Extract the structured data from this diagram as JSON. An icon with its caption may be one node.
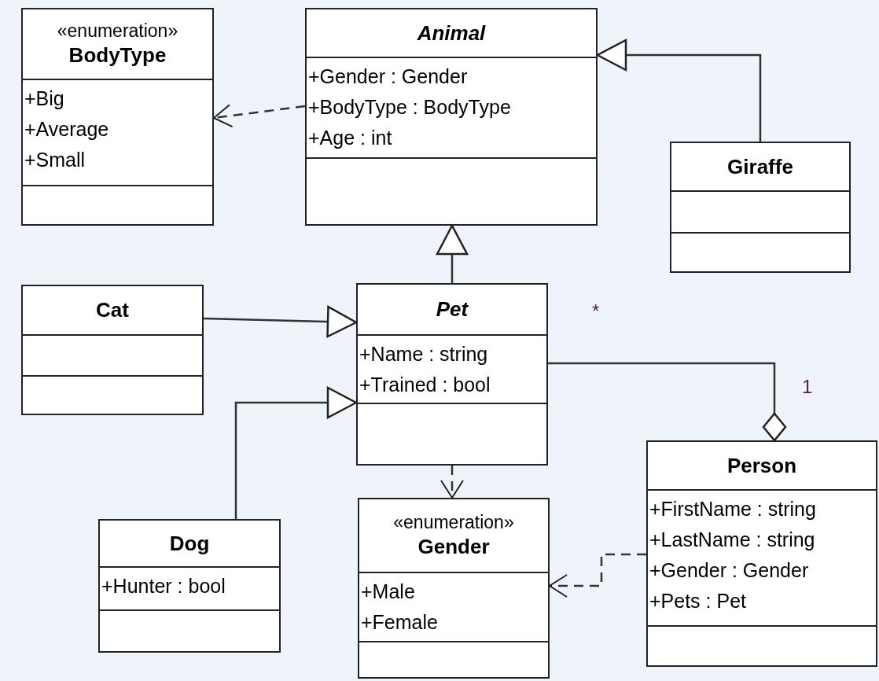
{
  "diagram": {
    "nodes": [
      {
        "text": [
          "«enumeration»",
          "BodyType",
          "+Big",
          "+Average",
          "+Small"
        ]
      },
      {
        "text": [
          "Animal",
          "+Gender : Gender",
          "+BodyType : BodyType",
          "+Age : int"
        ]
      },
      {
        "text": [
          "Giraffe"
        ]
      },
      {
        "text": [
          "Cat"
        ]
      },
      {
        "text": [
          "Pet",
          "+Name : string",
          "+Trained : bool"
        ]
      },
      {
        "text": [
          "Dog",
          "+Hunter : bool"
        ]
      },
      {
        "text": [
          "«enumeration»",
          "Gender",
          "+Male",
          "+Female"
        ]
      },
      {
        "text": [
          "Person",
          "+FirstName : string",
          "+LastName : string",
          "+Gender : Gender",
          "+Pets : Pet"
        ]
      }
    ],
    "edges": [
      {
        "from": 1,
        "to": 0,
        "arrow": "to",
        "style": "dashed"
      },
      {
        "from": 2,
        "to": 1,
        "arrow": "to"
      },
      {
        "from": 4,
        "to": 1,
        "arrow": "to"
      },
      {
        "from": 3,
        "to": 4,
        "arrow": "to"
      },
      {
        "from": 5,
        "to": 4,
        "arrow": "to"
      },
      {
        "from": 4,
        "to": 6,
        "arrow": "to",
        "style": "dashed"
      },
      {
        "from": 7,
        "to": 6,
        "arrow": "to",
        "style": "dashed"
      },
      {
        "from": 4,
        "to": 7,
        "arrow": "other"
      }
    ],
    "labels": [
      "*",
      "1"
    ]
  }
}
